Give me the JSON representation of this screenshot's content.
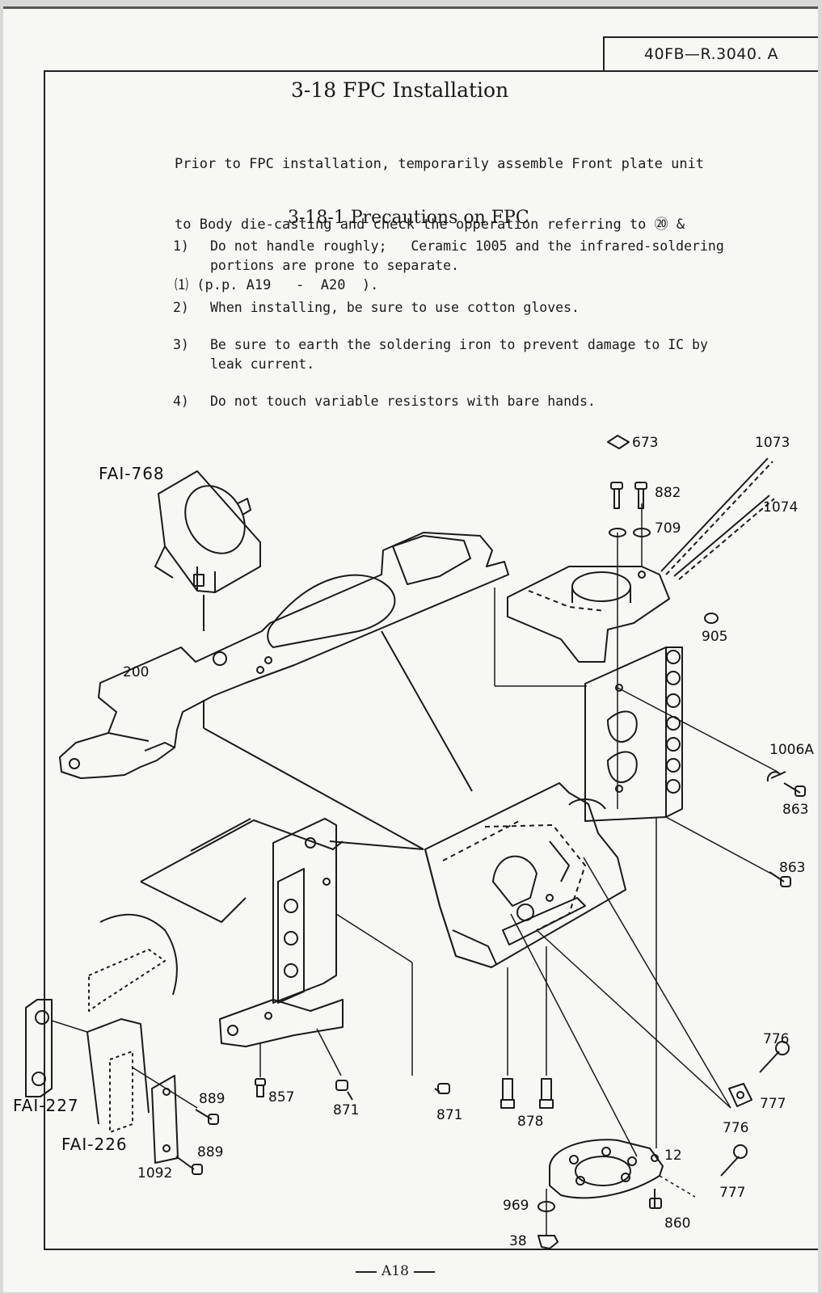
{
  "document_code": "40FB—R.3040. A",
  "section": {
    "title": "3-18 FPC Installation",
    "intro_lines": [
      "Prior to FPC installation, temporarily assemble Front plate unit",
      "to Body die-casting and check the opperation referring to ⑳ &",
      "⑴ (p.p. A19   -  A20  )."
    ]
  },
  "subsection": {
    "title": "3-18-1 Precautions on FPC",
    "items": [
      {
        "num": "1)",
        "lines": [
          "Do not handle roughly;   Ceramic 1005 and the infrared-soldering",
          "portions are prone to separate."
        ]
      },
      {
        "num": "2)",
        "lines": [
          "When installing, be sure to use cotton gloves."
        ]
      },
      {
        "num": "3)",
        "lines": [
          "Be sure to earth the soldering iron to prevent damage to IC by",
          "leak current."
        ]
      },
      {
        "num": "4)",
        "lines": [
          "Do not touch variable resistors with bare hands."
        ]
      }
    ]
  },
  "figure": {
    "labels": {
      "fai768": "FAI-768",
      "fai227": "FAI-227",
      "fai226": "FAI-226",
      "p200": "200",
      "p673": "673",
      "p1073": "1073",
      "p1074": "1074",
      "p882": "882",
      "p709": "709",
      "p905": "905",
      "p1006a": "1006A",
      "p863a": "863",
      "p863b": "863",
      "p776a": "776",
      "p777a": "777",
      "p776b": "776",
      "p777b": "777",
      "p889a": "889",
      "p889b": "889",
      "p1092": "1092",
      "p857": "857",
      "p871a": "871",
      "p871b": "871",
      "p878": "878",
      "p12": "12",
      "p969": "969",
      "p860": "860",
      "p38": "38"
    }
  },
  "footer": {
    "page_number": "A18"
  }
}
